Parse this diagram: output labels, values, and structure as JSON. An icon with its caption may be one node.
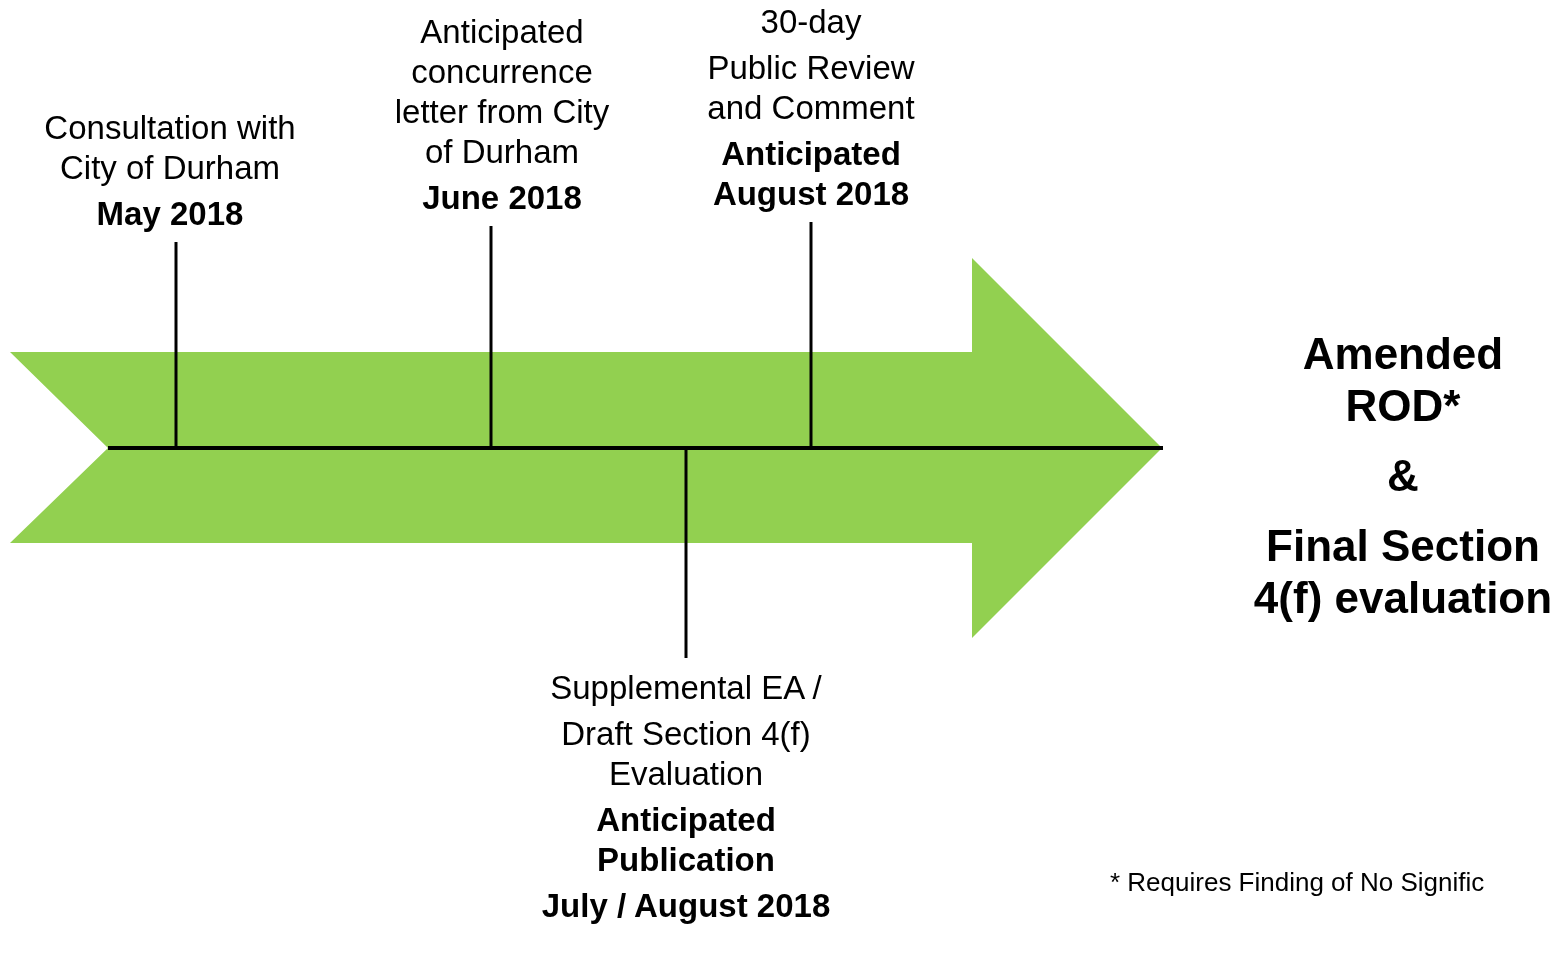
{
  "diagram": {
    "nodes": [
      {
        "text": [
          "Consultation with City of Durham",
          "May 2018"
        ]
      },
      {
        "text": [
          "Anticipated concurrence letter from City of Durham",
          "June 2018"
        ]
      },
      {
        "text": [
          "30-day",
          "Public Review and Comment",
          "Anticipated August 2018"
        ]
      },
      {
        "text": [
          "Supplemental EA /",
          "Draft Section 4(f) Evaluation",
          "Anticipated Publication",
          "July / August 2018"
        ]
      },
      {
        "text": [
          "Amended ROD*",
          "&",
          "Final Section 4(f) evaluation"
        ]
      },
      {
        "text": [],
        "shape": "arrow"
      }
    ],
    "edges": [
      {
        "from": 0,
        "to": 5,
        "arrow": "none"
      },
      {
        "from": 1,
        "to": 5,
        "arrow": "none"
      },
      {
        "from": 2,
        "to": 5,
        "arrow": "none"
      },
      {
        "from": 3,
        "to": 5,
        "arrow": "none"
      }
    ],
    "labels": [
      "* Requires Finding of No Signific"
    ]
  }
}
